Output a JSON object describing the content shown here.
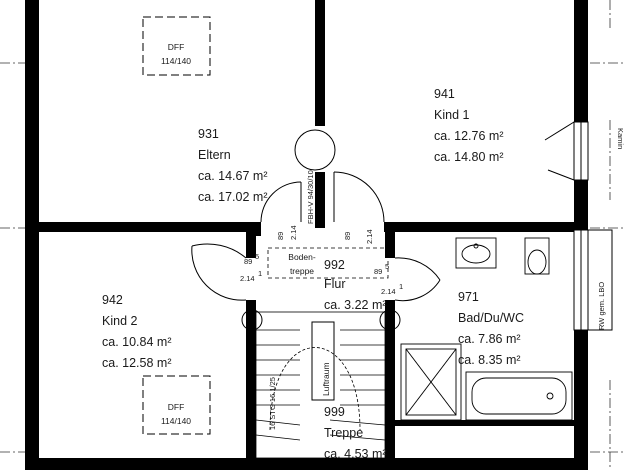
{
  "rooms": {
    "eltern": {
      "number": "931",
      "name": "Eltern",
      "area_net": "ca. 14.67 m²",
      "area_gross": "ca. 17.02 m²"
    },
    "kind1": {
      "number": "941",
      "name": "Kind 1",
      "area_net": "ca. 12.76 m²",
      "area_gross": "ca. 14.80 m²"
    },
    "kind2": {
      "number": "942",
      "name": "Kind 2",
      "area_net": "ca. 10.84 m²",
      "area_gross": "ca. 12.58 m²"
    },
    "bad": {
      "number": "971",
      "name": "Bad/Du/WC",
      "area_net": "ca. 7.86 m²",
      "area_gross": "ca. 8.35 m²"
    },
    "flur": {
      "number": "992",
      "name": "Flur",
      "area": "ca. 3.22 m²"
    },
    "treppe": {
      "number": "999",
      "name": "Treppe",
      "area": "ca. 4.53 m²"
    }
  },
  "windows": {
    "top": {
      "type": "DFF",
      "size": "114/140"
    },
    "bottom": {
      "type": "DFF",
      "size": "114/140"
    }
  },
  "fixtures": {
    "bodentreppe_line1": "Boden-",
    "bodentreppe_line2": "treppe",
    "luftraum": "Luftraum",
    "stair_annotation": "16 STG 16.1/25",
    "chimney": "Kamin",
    "wall_note": "FBH-V 94/30/10",
    "rw_note": "RW gem. LBO"
  },
  "dimensions": {
    "left_width_main": "89",
    "left_width_sup": "5",
    "left_height_main": "2.14",
    "left_height_sup": "1",
    "right_width_main": "89",
    "right_width_sup": "5",
    "right_height_main": "2.14",
    "right_height_sup": "1",
    "vert_upper_left": "89",
    "vert_upper_left_sup": "5",
    "vert_upper_left_h": "2.14",
    "vert_upper_right": "89",
    "vert_upper_right_sup": "5",
    "vert_upper_right_h": "2.14"
  },
  "colors": {
    "wall": "#000000",
    "thin_line": "#222222",
    "background": "#ffffff"
  }
}
